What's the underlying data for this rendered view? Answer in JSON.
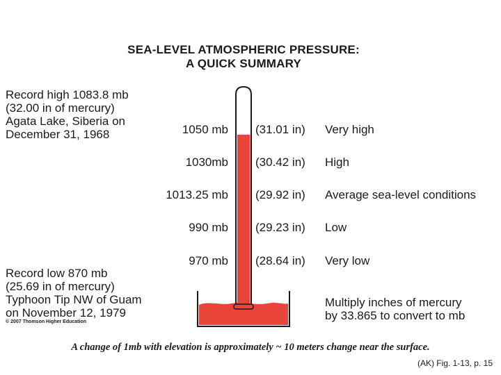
{
  "title_line1": "SEA-LEVEL ATMOSPHERIC PRESSURE:",
  "title_line2": "A QUICK SUMMARY",
  "record_high": "Record high 1083.8 mb\n(32.00 in of mercury)\nAgata Lake, Siberia on\nDecember 31, 1968",
  "record_low": "Record low 870 mb\n(25.69 in of mercury)\nTyphoon Tip NW of Guam\non November 12, 1979",
  "levels": [
    {
      "mb": "1050 mb",
      "inches": "(31.01 in)",
      "condition": "Very high"
    },
    {
      "mb": "1030mb",
      "inches": "(30.42 in)",
      "condition": "High"
    },
    {
      "mb": "1013.25 mb",
      "inches": "(29.92 in)",
      "condition": "Average sea-level conditions"
    },
    {
      "mb": "990 mb",
      "inches": "(29.23 in)",
      "condition": "Low"
    },
    {
      "mb": "970 mb",
      "inches": "(28.64 in)",
      "condition": "Very low"
    }
  ],
  "conversion_note": "Multiply inches of mercury\nby 33.865 to convert to mb",
  "copyright": "© 2007 Thomson Higher Education",
  "footer_main": "A change of 1mb with elevation is approximately ~ 10 meters change near the surface.",
  "footer_ref": "(AK) Fig. 1-13, p. 15",
  "colors": {
    "mercury": "#e8443a",
    "outline": "#1a1a1a"
  }
}
